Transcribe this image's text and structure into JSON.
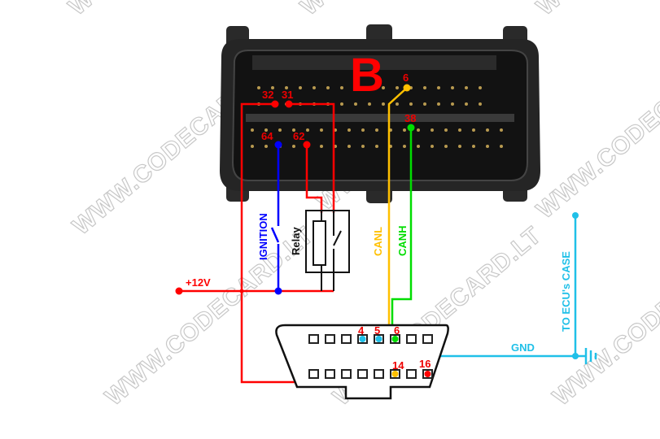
{
  "ecu": {
    "connector_label": "B"
  },
  "pins": {
    "ecu": [
      "32",
      "31",
      "6",
      "38",
      "64",
      "62"
    ],
    "obd": [
      "4",
      "5",
      "6",
      "14",
      "16"
    ]
  },
  "labels": {
    "ignition": "IGNITION",
    "relay": "Relay",
    "power": "+12V",
    "canl": "CANL",
    "canh": "CANH",
    "gnd": "GND",
    "ecu_case": "TO ECU's CASE"
  },
  "watermark": "WWW.CODECARD.LT",
  "colors": {
    "power": "#ff0000",
    "ignition": "#0000ff",
    "canl": "#ffc000",
    "canh": "#00dd00",
    "gnd": "#20c0e8"
  }
}
